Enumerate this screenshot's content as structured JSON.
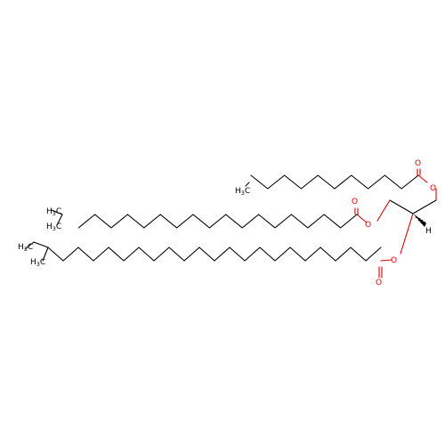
{
  "molecule": {
    "atom_labels": {
      "o_top_ester": "O",
      "o_top_carbonyl": "O",
      "o_mid_ester": "O",
      "o_mid_carbonyl": "O",
      "o_low_ester": "O",
      "o_low_carbonyl": "O",
      "h_stereo": "H",
      "ch3_top": {
        "main": "H",
        "sub": "3",
        "tail": "C"
      },
      "ch3_mid_a": {
        "main": "H",
        "sub": "3",
        "tail": "C"
      },
      "ch3_mid_b": {
        "main": "H",
        "sub": "3",
        "tail": "C"
      },
      "ch3_low_a": {
        "main": "H",
        "sub": "3",
        "tail": "C"
      },
      "ch3_low_b": {
        "main": "H",
        "sub": "3",
        "tail": "C"
      }
    },
    "colors": {
      "bond": "#000000",
      "oxygen": "#e00000",
      "background": "#ffffff"
    }
  }
}
